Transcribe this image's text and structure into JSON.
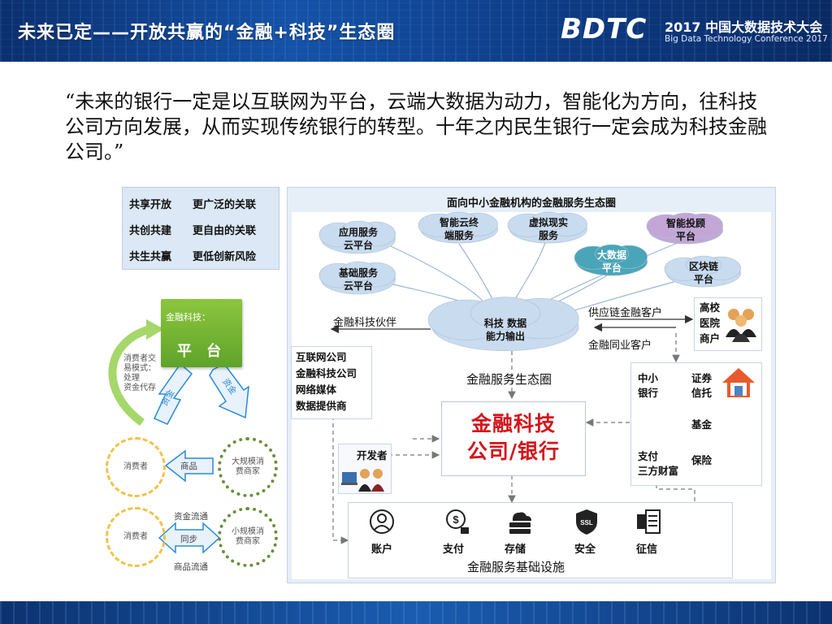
{
  "header": {
    "slide_title": "未来已定——开放共赢的“金融+科技”生态圈",
    "logo_mark": "BDTC",
    "conference_title": "2017 中国大数据技术大会",
    "conference_subtitle": "Big Data Technology Conference 2017"
  },
  "quote": {
    "text": "“未来的银行一定是以互联网为平台，云端大数据为动力，智能化为方向，往科技公司方向发展，从而实现传统银行的转型。十年之内民生银行一定会成为科技金融公司。”"
  },
  "left_panel": {
    "motto_rows": [
      {
        "a": "共享开放",
        "b": "更广泛的关联"
      },
      {
        "a": "共创共建",
        "b": "更自由的关联"
      },
      {
        "a": "共生共赢",
        "b": "更低创新风险"
      }
    ],
    "platform_caption": "金融科技：",
    "platform_name": "平 台",
    "side_note": "消费者交\n易模式：\n处理\n资金代存",
    "arrow_up_label": "资金",
    "arrow_down_label": "资金",
    "consumer_label_1": "消费者",
    "consumer_label_2": "消费者",
    "merchant_label_1": "大规模消费商家",
    "merchant_label_2": "小规模消费商家",
    "goods_label": "商品",
    "funds_flow_label": "资金流通",
    "sync_label": "同步",
    "goods_flow_label": "商品流通"
  },
  "right_panel": {
    "title": "面向中小金融机构的金融服务生态圈",
    "clouds": [
      {
        "id": "app",
        "text": "应用服务\n云平台",
        "color": "#c9dbee"
      },
      {
        "id": "smart-terminal",
        "text": "智能云终\n端服务",
        "color": "#c9dbee"
      },
      {
        "id": "vr",
        "text": "虚拟现实\n服务",
        "color": "#c9dbee"
      },
      {
        "id": "advisor",
        "text": "智能投顾\n平台",
        "color": "#c4a6d6"
      },
      {
        "id": "bigdata",
        "text": "大数据\n平台",
        "color": "#4aa5b8"
      },
      {
        "id": "basic",
        "text": "基础服务\n云平台",
        "color": "#c9dbee"
      },
      {
        "id": "blockchain",
        "text": "区块链\n平台",
        "color": "#c9dbee"
      },
      {
        "id": "core",
        "text": "科技  数据\n能力输出",
        "color": "#c9dbee"
      }
    ],
    "fintech_partner_label": "金融科技伙伴",
    "supply_chain_label": "供应链金融客户",
    "interbank_label": "金融同业客户",
    "partner_box": [
      "互联网公司",
      "金融科技公司",
      "网络媒体",
      "数据提供商"
    ],
    "customer_box": [
      "高校",
      "医院",
      "商户"
    ],
    "ecosystem_label": "金融服务生态圈",
    "center_line1": "金融科技",
    "center_line2": "公司/银行",
    "developer_label": "开发者",
    "institutions": {
      "left": [
        "中小\n银行",
        "支付\n三方财富"
      ],
      "right": [
        "证券\n信托",
        "基金",
        "保险"
      ]
    },
    "infra_items": [
      {
        "label": "账户",
        "icon": "user-circle-icon"
      },
      {
        "label": "支付",
        "icon": "payment-icon"
      },
      {
        "label": "存储",
        "icon": "cloud-storage-icon"
      },
      {
        "label": "安全",
        "icon": "ssl-shield-icon"
      },
      {
        "label": "征信",
        "icon": "credit-report-icon"
      }
    ],
    "infra_title": "金融服务基础设施"
  },
  "colors": {
    "header_blue": "#1552a8",
    "accent_red": "#d4141b",
    "platform_green": "#6fb230",
    "cloud_blue": "#c9dbee",
    "cloud_purple": "#c4a6d6",
    "cloud_teal": "#4aa5b8"
  }
}
